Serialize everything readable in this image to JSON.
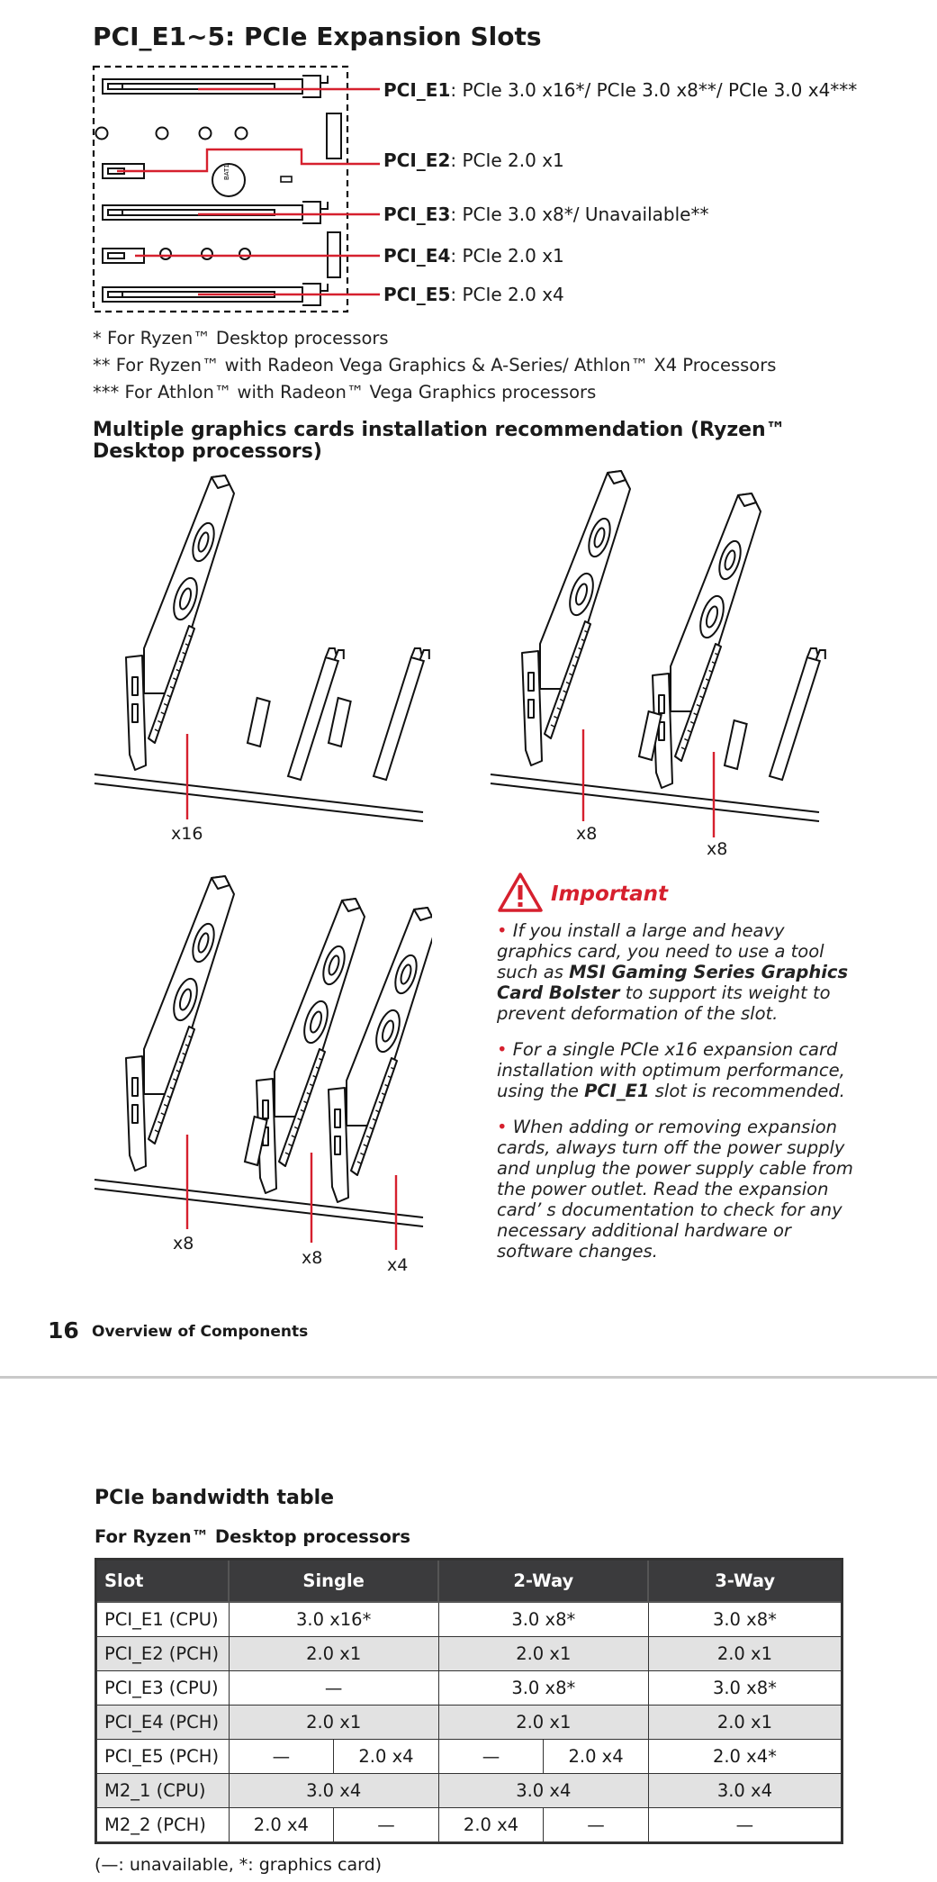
{
  "heading": "PCI_E1~5: PCIe Expansion Slots",
  "slots": [
    {
      "name": "PCI_E1",
      "desc": ": PCIe 3.0 x16*/ PCIe 3.0 x8**/ PCIe 3.0 x4***"
    },
    {
      "name": "PCI_E2",
      "desc": ": PCIe 2.0 x1"
    },
    {
      "name": "PCI_E3",
      "desc": ": PCIe 3.0 x8*/ Unavailable**"
    },
    {
      "name": "PCI_E4",
      "desc": ": PCIe 2.0 x1"
    },
    {
      "name": "PCI_E5",
      "desc": ": PCIe 2.0 x4"
    }
  ],
  "board_label": "BAT1",
  "notes": [
    "* For Ryzen™ Desktop processors",
    "** For Ryzen™ with Radeon Vega Graphics & A-Series/ Athlon™ X4 Processors",
    "*** For Athlon™ with Radeon™ Vega Graphics processors"
  ],
  "multi_heading": "Multiple graphics cards installation recommendation (Ryzen™ Desktop processors)",
  "lane_labels": {
    "single": "x16",
    "two_a": "x8",
    "two_b": "x8",
    "three_a": "x8",
    "three_b": "x8",
    "three_c": "x4"
  },
  "important": {
    "title": "Important",
    "p1_a": "If you install a large and heavy graphics card, you need to use a tool such as ",
    "p1_b": "MSI Gaming Series Graphics Card Bolster",
    "p1_c": " to support its weight to prevent deformation of the slot.",
    "p2_a": "For a single PCIe x16 expansion card installation with optimum performance, using the ",
    "p2_b": "PCI_E1",
    "p2_c": " slot is recommended.",
    "p3": "When adding or removing expansion cards, always turn off the power supply and unplug the power supply cable from the power outlet. Read the expansion card’ s documentation to check for any necessary additional hardware or software changes."
  },
  "footer": {
    "page": "16",
    "section": "Overview of Components"
  },
  "table_title": "PCIe bandwidth table",
  "table_subtitle": "For Ryzen™ Desktop processors",
  "table": {
    "headers": [
      "Slot",
      "Single",
      "2-Way",
      "3-Way"
    ],
    "rows": [
      {
        "slot": "PCI_E1 (CPU)",
        "single": "3.0 x16*",
        "two": "3.0 x8*",
        "three": "3.0 x8*"
      },
      {
        "slot": "PCI_E2 (PCH)",
        "single": "2.0 x1",
        "two": "2.0 x1",
        "three": "2.0 x1"
      },
      {
        "slot": "PCI_E3 (CPU)",
        "single": "—",
        "two": "3.0 x8*",
        "three": "3.0 x8*"
      },
      {
        "slot": "PCI_E4 (PCH)",
        "single": "2.0 x1",
        "two": "2.0 x1",
        "three": "2.0 x1"
      },
      {
        "slot": "PCI_E5 (PCH)",
        "single_a": "—",
        "single_b": "2.0 x4",
        "two_a": "—",
        "two_b": "2.0 x4",
        "three": "2.0 x4*"
      },
      {
        "slot": "M2_1 (CPU)",
        "single": "3.0 x4",
        "two": "3.0 x4",
        "three": "3.0 x4"
      },
      {
        "slot": "M2_2 (PCH)",
        "single_a": "2.0 x4",
        "single_b": "—",
        "two_a": "2.0 x4",
        "two_b": "—",
        "three": "—"
      }
    ]
  },
  "legend": "(—: unavailable, *: graphics card)",
  "colors": {
    "accent": "#d6202e",
    "header_bg": "#3b3b3d",
    "alt_row": "#e2e2e2"
  }
}
